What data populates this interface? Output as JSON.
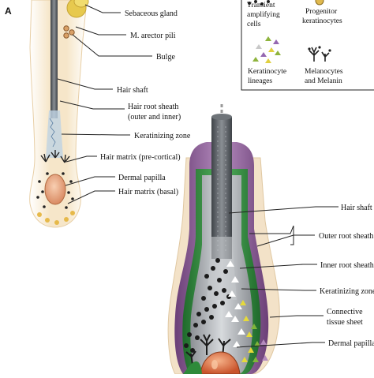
{
  "panel_a": {
    "letter": "A",
    "labels": {
      "sebaceous_gland": "Sebaceous gland",
      "arrector_pili": "M. arector pili",
      "bulge": "Bulge",
      "hair_shaft": "Hair shaft",
      "root_sheath_1": "Hair root sheath",
      "root_sheath_2": "(outer and inner)",
      "keratinizing_zone": "Keratinizing zone",
      "matrix_precortical": "Hair matrix (pre-cortical)",
      "dermal_papilla": "Dermal papilla",
      "matrix_basal": "Hair matrix (basal)"
    }
  },
  "legend": {
    "transient_1": "Transient",
    "transient_2": "amplifying",
    "transient_3": "cells",
    "progenitor_1": "Progenitor",
    "progenitor_2": "keratinocytes",
    "lineages_1": "Keratinocyte",
    "lineages_2": "lineages",
    "melanocytes_1": "Melanocytes",
    "melanocytes_2": "and Melanin"
  },
  "panel_b": {
    "labels": {
      "hair_shaft": "Hair shaft",
      "outer_root_sheath": "Outer root sheath",
      "inner_root_sheath": "Inner root sheath",
      "keratinizing_zone": "Keratinizing zone",
      "connective_1": "Connective",
      "connective_2": "tissue sheet",
      "dermal_papilla": "Dermal papilla"
    }
  },
  "colors": {
    "skin": "#f4e1c1",
    "shaft": "#55595e",
    "purple_sheath": "#8d5a96",
    "green_sheath": "#2e8a3a",
    "gray_sheath": "#a7abaf",
    "papilla": "#d86a3c",
    "line": "#222222"
  }
}
